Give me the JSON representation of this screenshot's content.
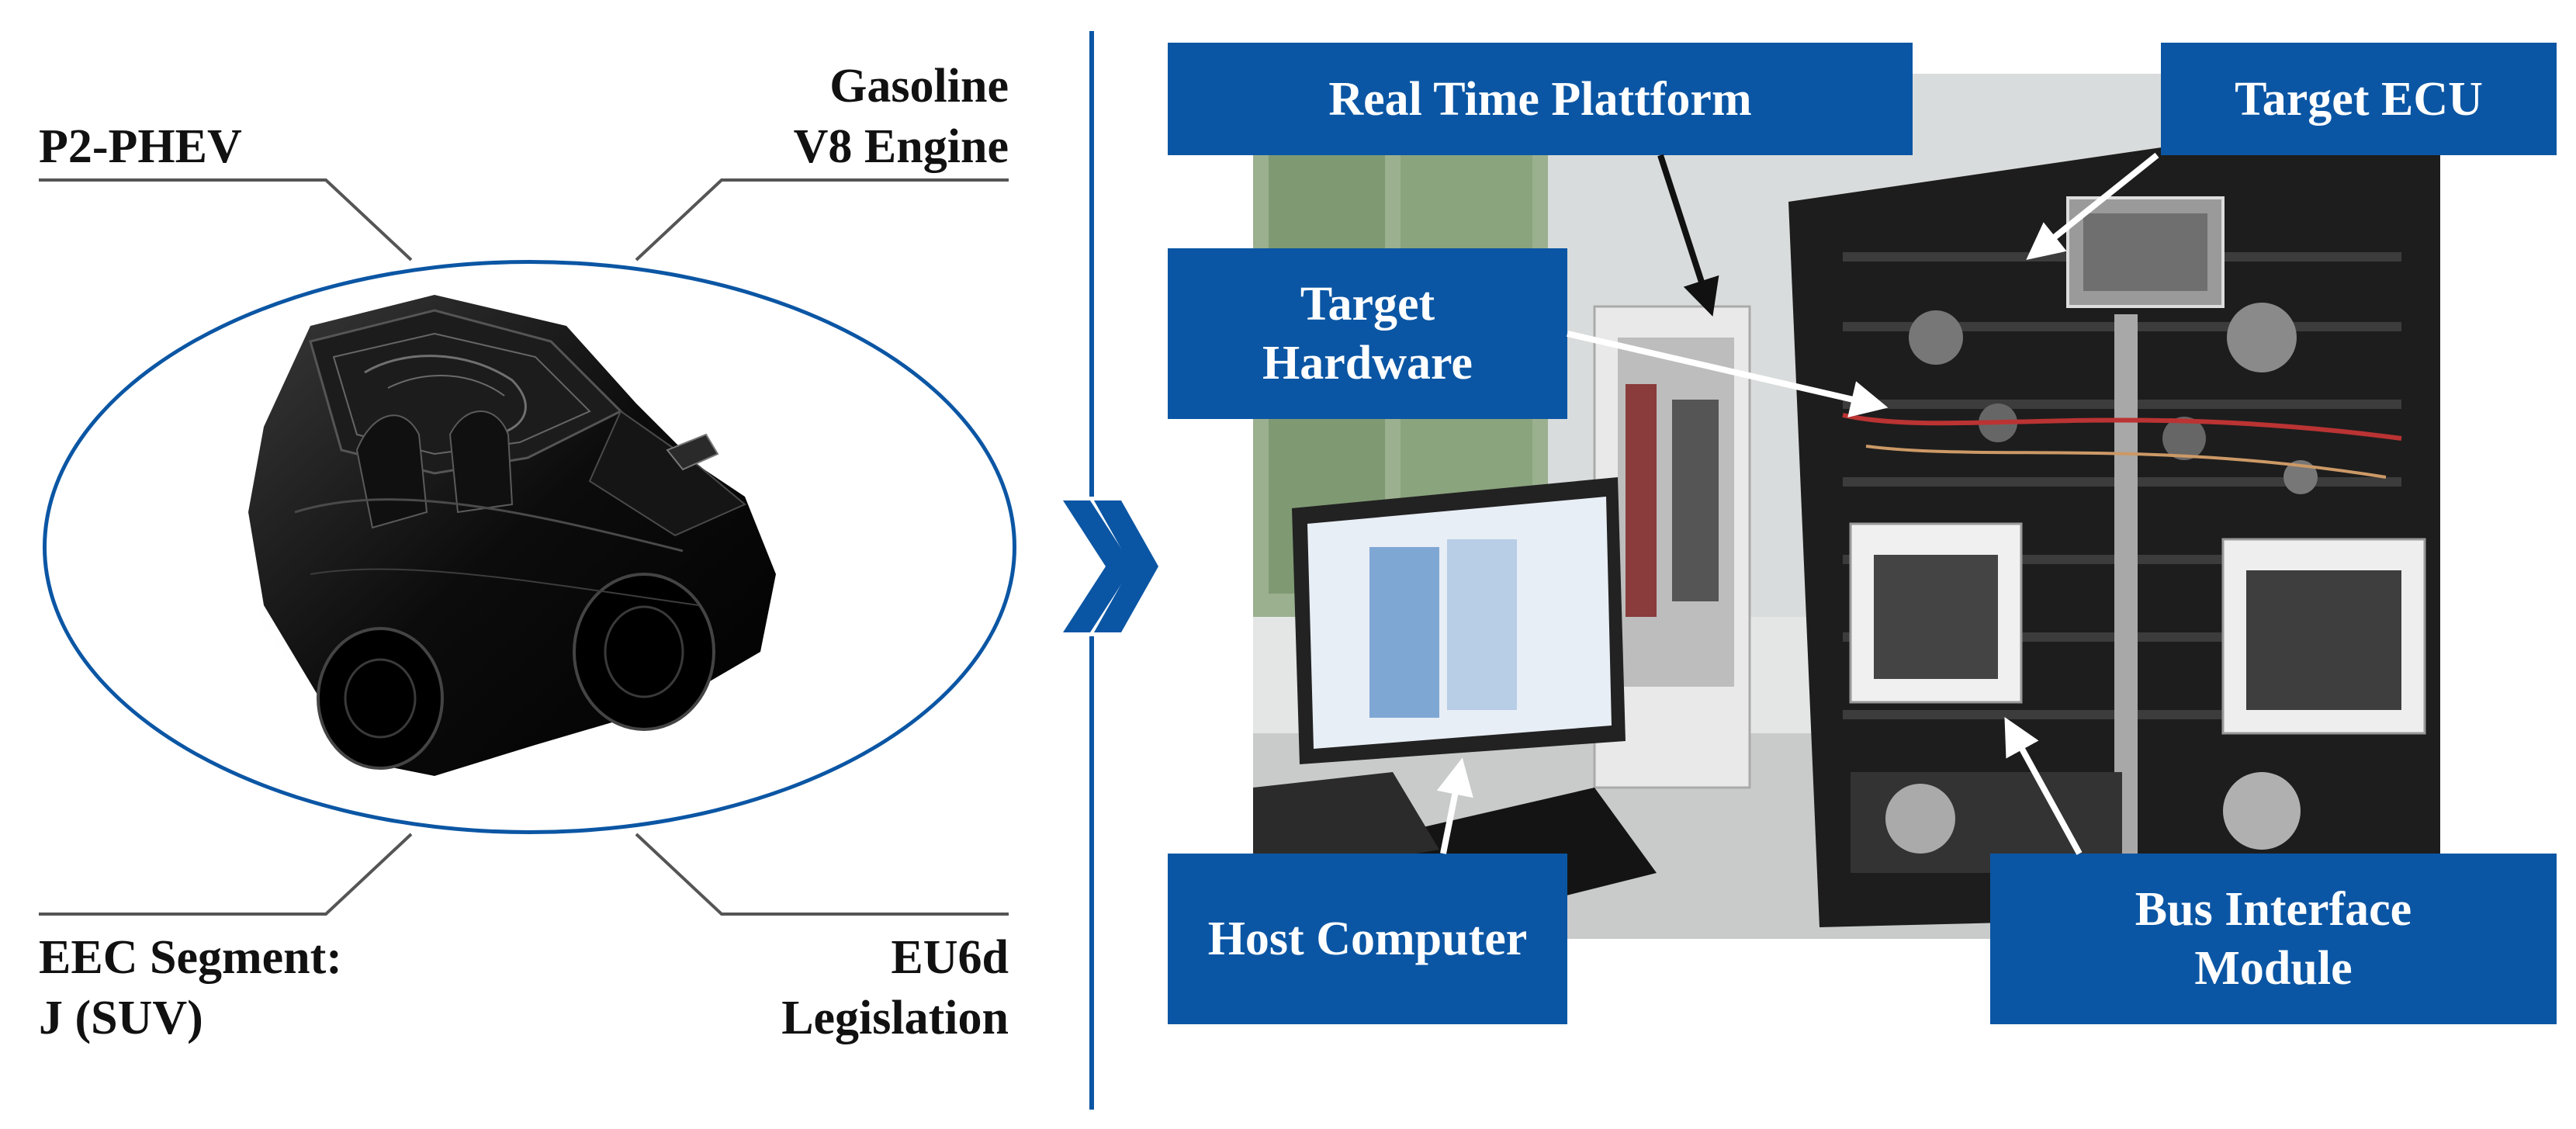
{
  "left_panel": {
    "powertrain": "P2-PHEV",
    "engine": [
      "Gasoline",
      "V8 Engine"
    ],
    "segment": [
      "EEC Segment:",
      "J (SUV)"
    ],
    "legislation": [
      "EU6d",
      "Legislation"
    ]
  },
  "right_panel": {
    "callouts": {
      "real_time": "Real Time Plattform",
      "target_ecu": "Target ECU",
      "target_hardware": [
        "Target",
        "Hardware"
      ],
      "host_computer": "Host Computer",
      "bus_interface": [
        "Bus Interface",
        "Module"
      ]
    }
  },
  "colors": {
    "accent": "#0b56a4",
    "callout_text": "#ffffff"
  },
  "icons": [
    "double-chevron-right-icon"
  ]
}
